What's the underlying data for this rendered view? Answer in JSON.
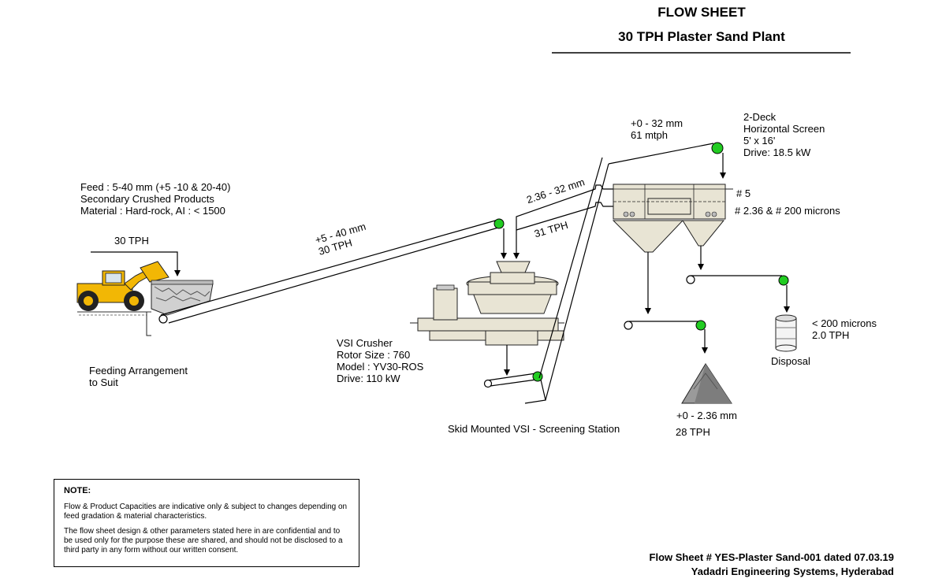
{
  "header": {
    "title": "FLOW SHEET",
    "subtitle": "30 TPH Plaster Sand Plant"
  },
  "feed": {
    "line1": "Feed : 5-40 mm (+5 -10 & 20-40)",
    "line2": "Secondary Crushed Products",
    "line3": "Material : Hard-rock, AI : < 1500",
    "rate": "30 TPH",
    "arrangement1": "Feeding Arrangement",
    "arrangement2": "to Suit"
  },
  "conveyor_feed": {
    "size": "+5 - 40 mm",
    "rate": "30 TPH"
  },
  "recirculation": {
    "size": "2.36 - 32 mm",
    "rate": "31 TPH"
  },
  "screen_feed": {
    "size": "+0 - 32 mm",
    "rate": "61 mtph"
  },
  "screen": {
    "line1": "2-Deck",
    "line2": "Horizontal Screen",
    "line3": "5' x 16'",
    "line4": "Drive: 18.5 kW",
    "deck1": "# 5",
    "deck2": "# 2.36 & # 200 microns"
  },
  "crusher": {
    "line1": "VSI Crusher",
    "line2": "Rotor Size : 760",
    "line3": "Model : YV30-ROS",
    "line4": "Drive: 110 kW"
  },
  "station": "Skid Mounted VSI - Screening Station",
  "product": {
    "size": "+0 - 2.36 mm",
    "rate": "28 TPH"
  },
  "fines": {
    "size": "< 200 microns",
    "rate": "2.0 TPH",
    "label": "Disposal"
  },
  "note": {
    "heading": "NOTE:",
    "p1": "Flow & Product Capacities are indicative only & subject to changes depending on feed gradation & material characteristics.",
    "p2": "The flow sheet design & other parameters stated  here in are confidential and to be used only for the purpose these are shared, and should not be disclosed to a third party in any form without our written consent."
  },
  "footer": {
    "ref": "Flow Sheet # YES-Plaster Sand-001 dated 07.03.19",
    "company": "Yadadri Engineering Systems, Hyderabad"
  },
  "colors": {
    "pulley": "#22cc22",
    "loader": "#f2b705",
    "equipment": "#e8e4d4",
    "stockpile": "#9a9a9a"
  }
}
